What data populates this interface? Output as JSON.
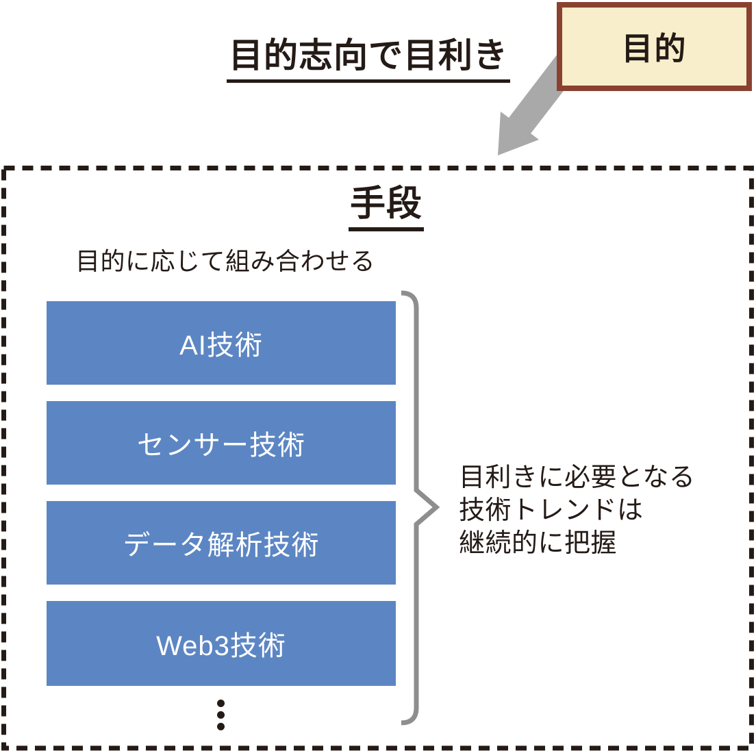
{
  "colors": {
    "ink": "#241a16",
    "bar-blue": "#5c86c3",
    "bar-text": "#ffffff",
    "purpose-fill": "#f8eecb",
    "purpose-border": "#8a4130",
    "arrow-gray": "#a9a9a9",
    "brace-gray": "#8e8e8e"
  },
  "header": {
    "title": "目的志向で目利き",
    "purpose_label": "目的"
  },
  "means": {
    "title": "手段",
    "subtitle": "目的に応じて組み合わせる",
    "bars": [
      {
        "label": "AI技術"
      },
      {
        "label": "センサー技術"
      },
      {
        "label": "データ解析技術"
      },
      {
        "label": "Web3技術"
      }
    ]
  },
  "annotation": {
    "line1": "目利きに必要となる",
    "line2": "技術トレンドは",
    "line3": "継続的に把握"
  },
  "icons": {
    "arrow": "down-left-block-arrow",
    "brace": "right-curly-brace",
    "ellipsis": "vertical-ellipsis"
  }
}
